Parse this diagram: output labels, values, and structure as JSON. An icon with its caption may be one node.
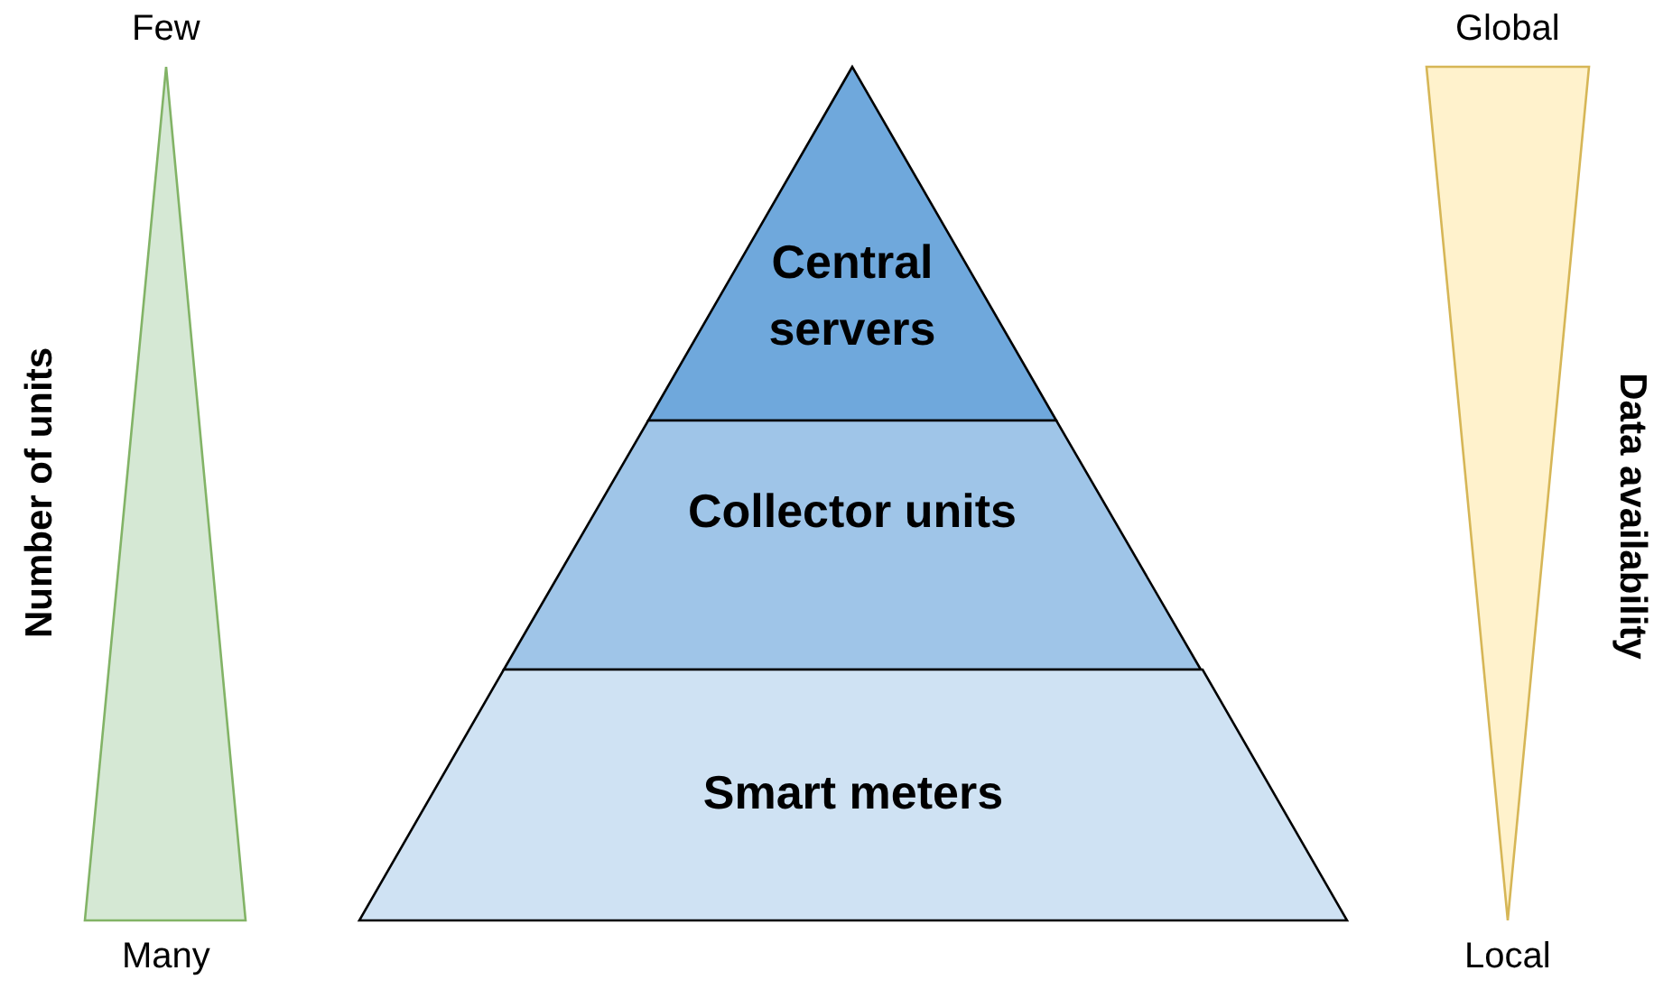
{
  "diagram": {
    "nodes": [
      {
        "text": [
          "Few",
          "Many"
        ],
        "beside": [
          "Number of units"
        ]
      },
      {
        "text": [
          "Central servers"
        ]
      },
      {
        "text": [
          "Collector units"
        ]
      },
      {
        "text": [
          "Smart meters"
        ]
      },
      {
        "text": [
          "Global",
          "Local"
        ],
        "beside": [
          "Data availability"
        ]
      }
    ]
  }
}
